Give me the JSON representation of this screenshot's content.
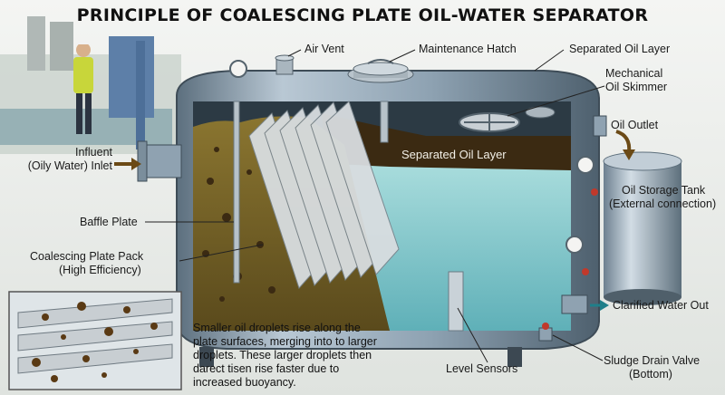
{
  "title": "PRINCIPLE OF COALESCING PLATE OIL-WATER SEPARATOR",
  "labels": {
    "air_vent": "Air Vent",
    "maintenance_hatch": "Maintenance Hatch",
    "separated_oil_layer_top": "Separated Oil Layer",
    "mechanical_skimmer_line1": "Mechanical",
    "mechanical_skimmer_line2": "Oil Skimmer",
    "oil_outlet": "Oil Outlet",
    "separated_oil_layer_inner": "Separated Oil Layer",
    "influent_line1": "Influent",
    "influent_line2": "(Oily Water) Inlet",
    "oil_storage_line1": "Oil Storage Tank",
    "oil_storage_line2": "(External connection)",
    "baffle_plate": "Baffle Plate",
    "coalescing_line1": "Coalescing Plate Pack",
    "coalescing_line2": "(High Efficiency)",
    "clarified_water": "Clarified Water Out",
    "level_sensors": "Level Sensors",
    "sludge_line1": "Sludge Drain Valve",
    "sludge_line2": "(Bottom)"
  },
  "description": "Smaller oil droplets rise along the plate surfaces, merging into to larger droplets. These larger droplets then darect tisen rise faster due to increased buoyancy.",
  "colors": {
    "tank_shell": "#8fa3b3",
    "oily_water": "#7a6528",
    "oil_layer": "#3b2a12",
    "clear_water": "#8fd0d4",
    "arrow": "#6b4a16"
  }
}
